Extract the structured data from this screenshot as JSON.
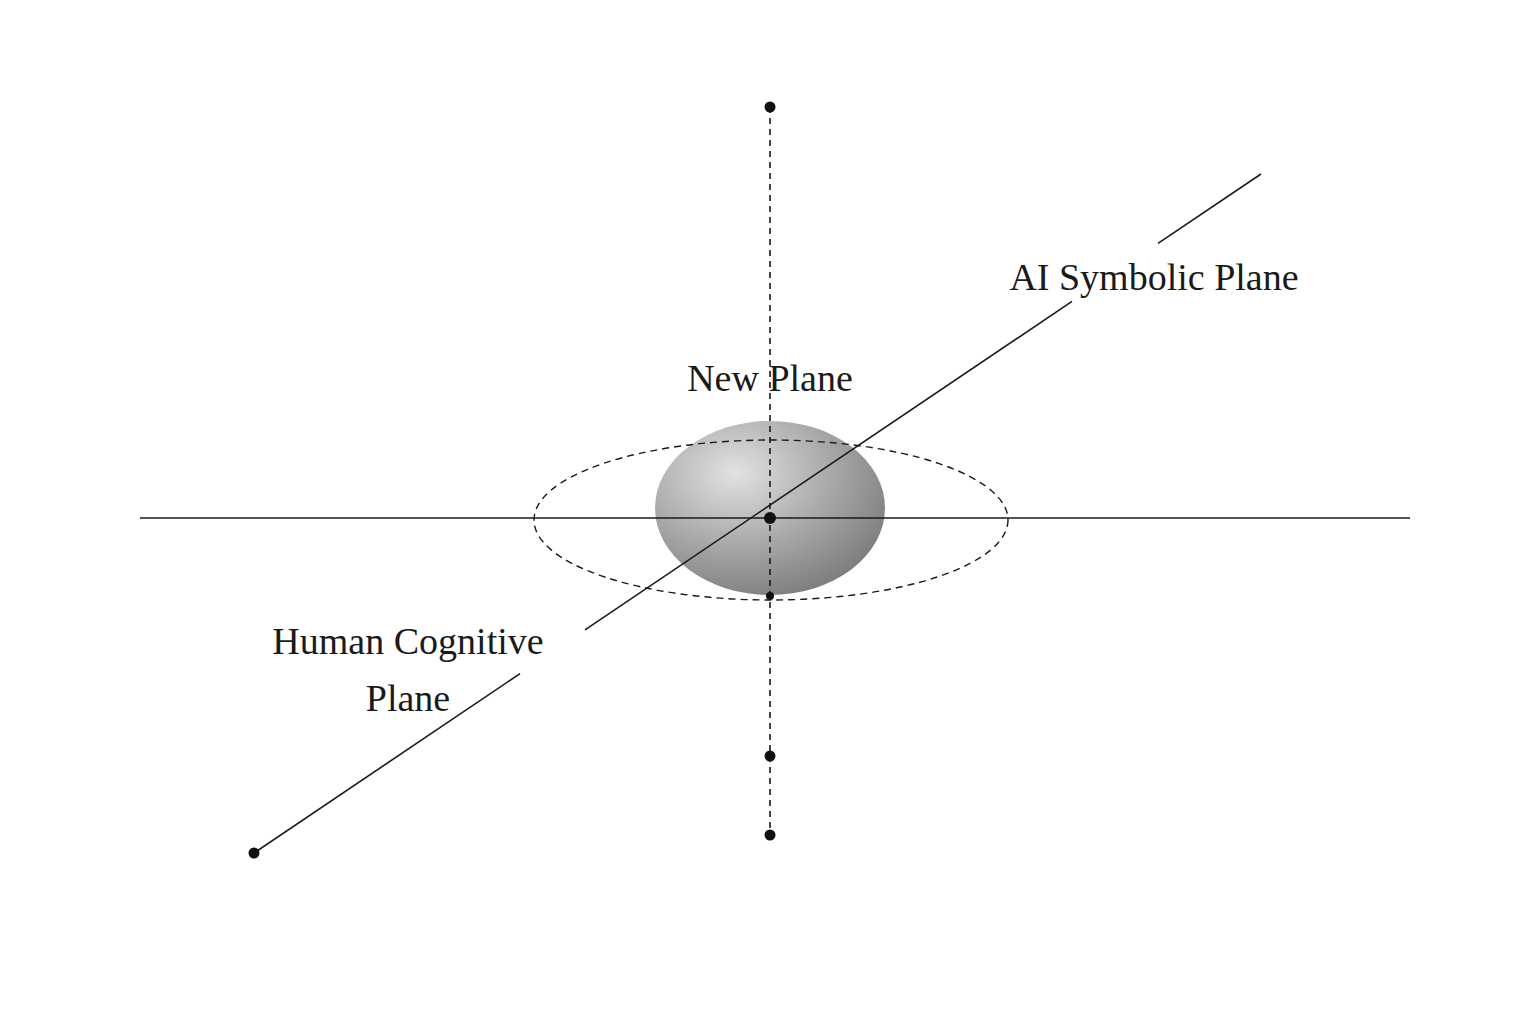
{
  "diagram": {
    "nodes": [
      {
        "text": [
          "New Plane"
        ]
      }
    ],
    "labels": [
      "AI Symbolic Plane",
      "Human Cognitive Plane"
    ]
  }
}
